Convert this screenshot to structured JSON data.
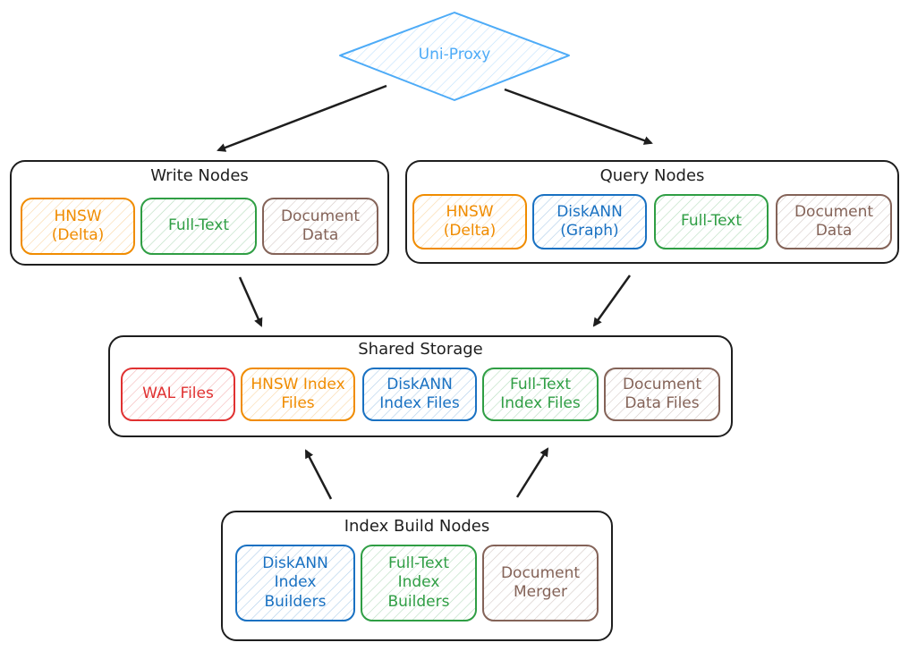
{
  "colors": {
    "proxy": "#4dabf7",
    "hnsw": "#f08c00",
    "fulltext": "#2f9e44",
    "document": "#846358",
    "diskann": "#1971c2",
    "wal": "#e03131",
    "group_border": "#1e1e1e"
  },
  "proxy": {
    "label": "Uni-Proxy"
  },
  "write_nodes": {
    "title": "Write Nodes",
    "items": [
      {
        "label": "HNSW\n(Delta)",
        "kind": "hnsw"
      },
      {
        "label": "Full-Text",
        "kind": "fulltext"
      },
      {
        "label": "Document\nData",
        "kind": "document"
      }
    ]
  },
  "query_nodes": {
    "title": "Query Nodes",
    "items": [
      {
        "label": "HNSW\n(Delta)",
        "kind": "hnsw"
      },
      {
        "label": "DiskANN\n(Graph)",
        "kind": "diskann"
      },
      {
        "label": "Full-Text",
        "kind": "fulltext"
      },
      {
        "label": "Document\nData",
        "kind": "document"
      }
    ]
  },
  "shared_storage": {
    "title": "Shared Storage",
    "items": [
      {
        "label": "WAL Files",
        "kind": "wal"
      },
      {
        "label": "HNSW Index\nFiles",
        "kind": "hnsw"
      },
      {
        "label": "DiskANN\nIndex Files",
        "kind": "diskann"
      },
      {
        "label": "Full-Text\nIndex Files",
        "kind": "fulltext"
      },
      {
        "label": "Document\nData Files",
        "kind": "document"
      }
    ]
  },
  "index_build_nodes": {
    "title": "Index Build Nodes",
    "items": [
      {
        "label": "DiskANN\nIndex\nBuilders",
        "kind": "diskann"
      },
      {
        "label": "Full-Text\nIndex\nBuilders",
        "kind": "fulltext"
      },
      {
        "label": "Document\nMerger",
        "kind": "document"
      }
    ]
  }
}
